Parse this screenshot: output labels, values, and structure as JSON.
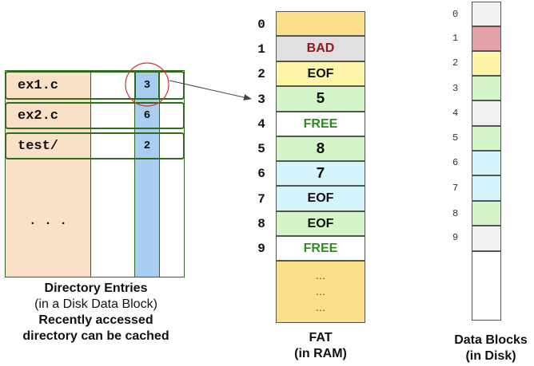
{
  "colors": {
    "dir_bg": "#fbe0c8",
    "dir_border": "#2e6b1f",
    "block_col": "#a9cdf0",
    "fat_yellow": "#fde08c",
    "bad_bg": "#e0e0e0",
    "bad_text": "#8b1a1a",
    "eof_bg": "#fff5a8",
    "next_bg": "#d4f5c9",
    "free_text": "#2e8b22",
    "cyan_bg": "#d6f4fc",
    "gray_bg": "#f1f1f1",
    "red_bg": "#e3a2a8",
    "circle": "#d93030"
  },
  "directory": {
    "entries": [
      {
        "name": "ex1.c",
        "block": "3"
      },
      {
        "name": "ex2.c",
        "block": "6"
      },
      {
        "name": "test/",
        "block": "2"
      }
    ],
    "ellipsis": ". . .",
    "caption": {
      "title": "Directory Entries",
      "subtitle": "(in a Disk Data Block)",
      "note_line1": "Recently accessed",
      "note_line2": "directory can be cached"
    }
  },
  "fat": {
    "rows": [
      {
        "index": "0",
        "value": "",
        "kind": "header"
      },
      {
        "index": "1",
        "value": "BAD",
        "kind": "bad"
      },
      {
        "index": "2",
        "value": "EOF",
        "kind": "eof-yellow"
      },
      {
        "index": "3",
        "value": "5",
        "kind": "next-green"
      },
      {
        "index": "4",
        "value": "FREE",
        "kind": "free"
      },
      {
        "index": "5",
        "value": "8",
        "kind": "next-green"
      },
      {
        "index": "6",
        "value": "7",
        "kind": "next-cyan"
      },
      {
        "index": "7",
        "value": "EOF",
        "kind": "eof-cyan"
      },
      {
        "index": "8",
        "value": "EOF",
        "kind": "eof-green"
      },
      {
        "index": "9",
        "value": "FREE",
        "kind": "free"
      }
    ],
    "ellipsis": [
      "…",
      "…",
      "…"
    ],
    "caption": {
      "line1": "FAT",
      "line2": "(in RAM)"
    }
  },
  "data_blocks": {
    "rows": [
      {
        "index": "0",
        "state": "gray"
      },
      {
        "index": "1",
        "state": "red"
      },
      {
        "index": "2",
        "state": "yellow"
      },
      {
        "index": "3",
        "state": "green"
      },
      {
        "index": "4",
        "state": "gray"
      },
      {
        "index": "5",
        "state": "green"
      },
      {
        "index": "6",
        "state": "cyan"
      },
      {
        "index": "7",
        "state": "cyan"
      },
      {
        "index": "8",
        "state": "green"
      },
      {
        "index": "9",
        "state": "gray"
      }
    ],
    "caption": {
      "line1": "Data Blocks",
      "line2": "(in Disk)"
    }
  }
}
